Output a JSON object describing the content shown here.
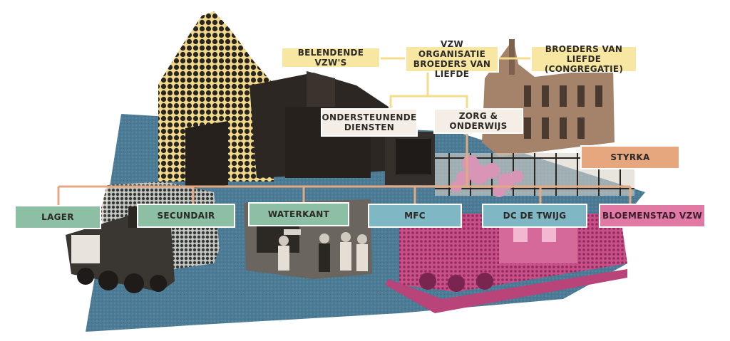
{
  "colors": {
    "connector_top": "#f3dd8c",
    "connector_bottom": "#e3a983",
    "blue_shape": "#4c7b95",
    "halftone_dark": "#2a2520",
    "halftone_yellow": "#f1d98a",
    "pink": "#c84f88",
    "green": "#8cbfa3",
    "teal": "#7fb7c5",
    "orange": "#e6a77e",
    "pink_box": "#e07aa4"
  },
  "org": {
    "main": "VZW ORGANISATIE\nBROEDERS VAN LIEFDE",
    "left": "BELENDENDE VZW'S",
    "right": "BROEDERS VAN LIEFDE\n(CONGREGATIE)",
    "support": "ONDERSTEUNENDE\nDIENSTEN",
    "care": "ZORG & ONDERWIJS",
    "styrka": "STYRKA"
  },
  "units": [
    {
      "label": "LAGER",
      "color": "#8cbfa3"
    },
    {
      "label": "SECUNDAIR",
      "color": "#8cbfa3"
    },
    {
      "label": "WATERKANT",
      "color": "#8cbfa3"
    },
    {
      "label": "MFC",
      "color": "#7fb7c5"
    },
    {
      "label": "DC DE TWIJG",
      "color": "#7fb7c5"
    },
    {
      "label": "BLOEMENSTAD VZW",
      "color": "#e07aa4"
    }
  ]
}
